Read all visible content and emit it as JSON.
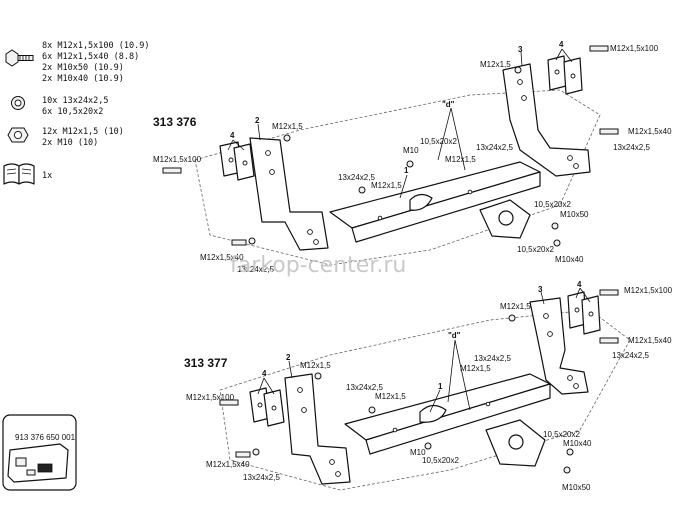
{
  "parts_list": {
    "bolts": [
      "8x  M12x1,5x100 (10.9)",
      "6x  M12x1,5x40 (8.8)",
      "2x  M10x50 (10.9)",
      "2x  M10x40 (10.9)"
    ],
    "washers": [
      "10x 13x24x2,5",
      "6x  10,5x20x2"
    ],
    "nuts": [
      "12x M12x1,5  (10)",
      "2x  M10 (10)"
    ],
    "manual": "1x"
  },
  "upper": {
    "model": "313 376",
    "callouts": [
      "1",
      "2",
      "3",
      "4",
      "4",
      "\"d\""
    ],
    "labels": {
      "bolt_right_top": "M12x1,5x100",
      "nut_right_top": "M12x1,5",
      "nut_right_mid": "M12x1,5x40",
      "washer_right_mid": "13x24x2,5",
      "bolt_left": "M12x1,5x100",
      "nut_left": "M12x1,5",
      "bolt_bottom_left": "M12x1,5x40",
      "washer_bottom_left": "13x24x2,5",
      "washer_center": "13x24x2,5",
      "nut_center": "M12x1,5",
      "m10": "M10",
      "washer_small": "10,5x20x2",
      "washer_center_r": "13x24x2,5",
      "nut_center_r": "M12x1,5",
      "washer_ball_top": "10,5x20x2",
      "bolt_m10x50": "M10x50",
      "washer_ball_bot": "10,5x20x2",
      "bolt_m10x40": "M10x40"
    }
  },
  "lower": {
    "model": "313 377",
    "callouts": [
      "1",
      "2",
      "3",
      "4",
      "4",
      "\"d\""
    ],
    "labels": {
      "nut_top": "M12x1,5",
      "bolt_right_top": "M12x1,5x100",
      "nut_right_mid": "M12x1,5x40",
      "washer_right_mid": "13x24x2,5",
      "washer_center_r": "13x24x2,5",
      "nut_center_r": "M12x1,5",
      "nut_left_top": "M12x1,5",
      "washer_center": "13x24x2,5",
      "nut_center": "M12x1,5",
      "bolt_left": "M12x1,5x100",
      "bolt_bottom_left": "M12x1,5x40",
      "washer_bottom_left": "13x24x2,5",
      "m10": "M10",
      "washer_small": "10,5x20x2",
      "washer_ball_top": "10,5x20x2",
      "bolt_m10x40": "M10x40",
      "bolt_m10x50": "M10x50"
    }
  },
  "part_card": {
    "number": "913 376 650 001"
  },
  "watermark": "farkop-center.ru"
}
